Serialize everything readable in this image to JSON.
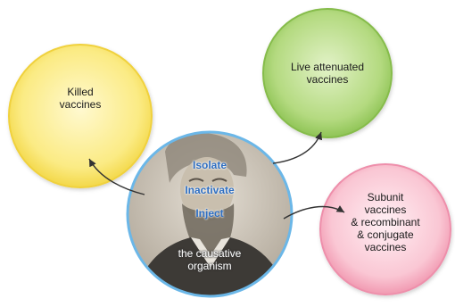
{
  "diagram": {
    "nodes": {
      "killed": {
        "label_lines": [
          "Killed",
          "vaccines"
        ],
        "color": "#fbe868"
      },
      "live": {
        "label_lines": [
          "Live attenuated",
          "vaccines"
        ],
        "color": "#a6d46a"
      },
      "subunit": {
        "label_lines": [
          "Subunit",
          "vaccines",
          "& recombinant",
          "& conjugate",
          "vaccines"
        ],
        "color": "#f8b7c7"
      },
      "center": {
        "steps": [
          "Isolate",
          "Inactivate",
          "Inject"
        ],
        "object_lines": [
          "the causative",
          "organism"
        ],
        "ring_color": "#6bb7e8",
        "image_icon": "portrait-photo"
      }
    },
    "edges": [
      {
        "from": "center",
        "to": "killed"
      },
      {
        "from": "center",
        "to": "live"
      },
      {
        "from": "center",
        "to": "subunit"
      }
    ],
    "colors": {
      "steps": "#2f6fc2",
      "arrow": "#333333"
    }
  }
}
